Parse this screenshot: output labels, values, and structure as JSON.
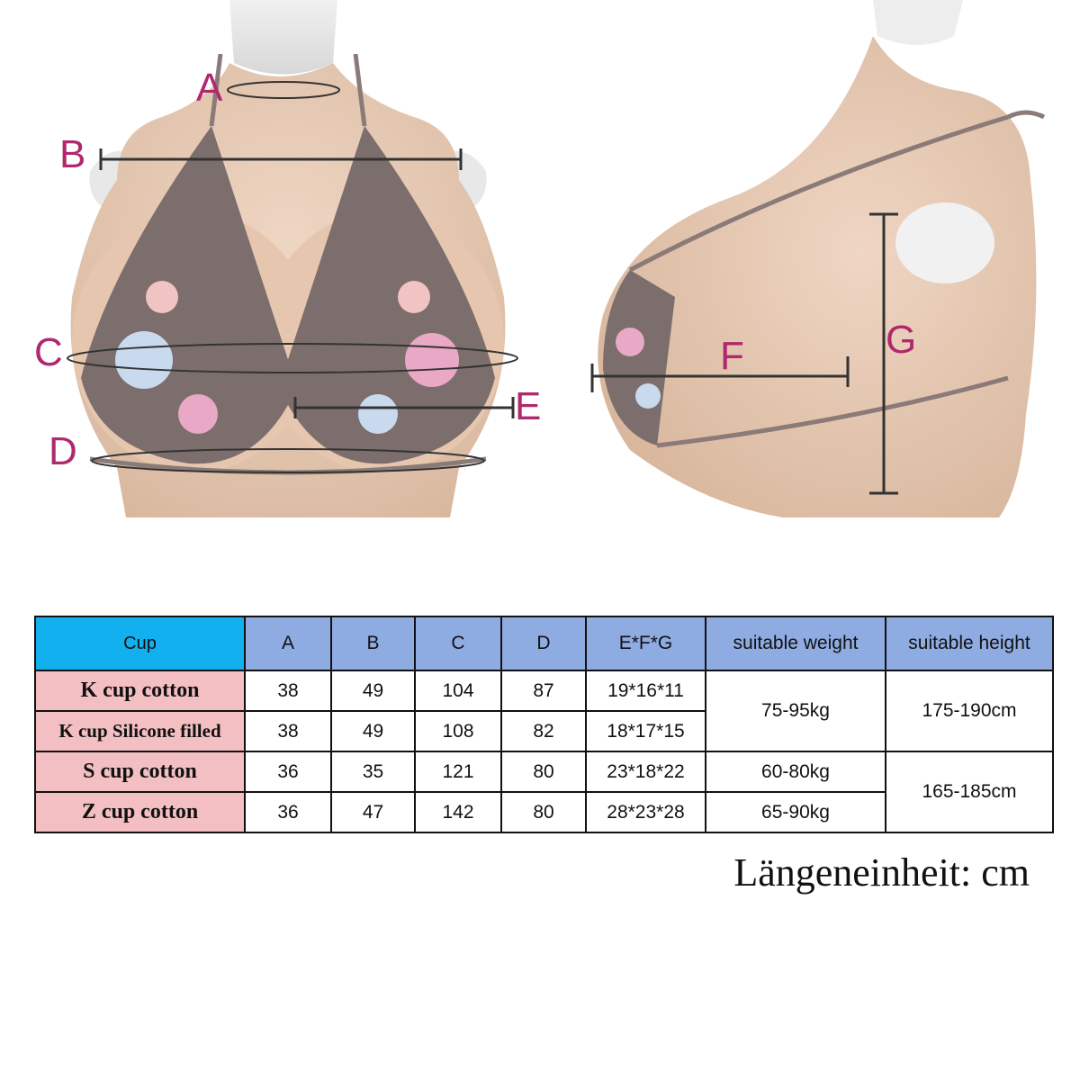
{
  "colors": {
    "measure_label": "#b0286e",
    "cup_header": "#12b0ee",
    "column_header": "#8eabe2",
    "row_label": "#f4bfc3",
    "skin": "#e9cbb4",
    "bikini": "#7c6e6c"
  },
  "front_labels": {
    "a": "A",
    "b": "B",
    "c": "C",
    "d": "D",
    "e": "E"
  },
  "side_labels": {
    "f": "F",
    "g": "G"
  },
  "table": {
    "headers": [
      "Cup",
      "A",
      "B",
      "C",
      "D",
      "E*F*G",
      "suitable weight",
      "suitable height"
    ],
    "rows": [
      {
        "name": "K cup cotton",
        "a": "38",
        "b": "49",
        "c": "104",
        "d": "87",
        "efg": "19*16*11"
      },
      {
        "name": "K cup Silicone filled",
        "a": "38",
        "b": "49",
        "c": "108",
        "d": "82",
        "efg": "18*17*15"
      },
      {
        "name": "S cup cotton",
        "a": "36",
        "b": "35",
        "c": "121",
        "d": "80",
        "efg": "23*18*22"
      },
      {
        "name": "Z cup cotton",
        "a": "36",
        "b": "47",
        "c": "142",
        "d": "80",
        "efg": "28*23*28"
      }
    ],
    "weights": [
      "75-95kg",
      "60-80kg",
      "65-90kg"
    ],
    "heights": [
      "175-190cm",
      "165-185cm"
    ]
  },
  "unit_note": "Längeneinheit: cm"
}
